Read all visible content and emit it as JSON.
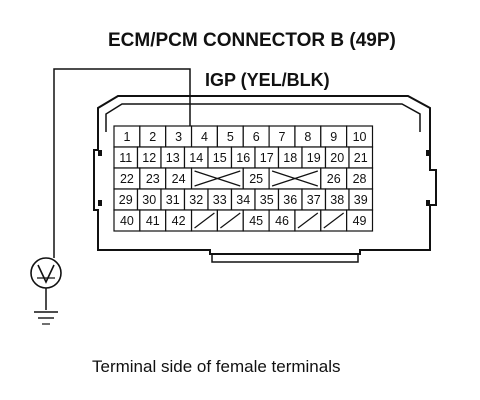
{
  "title": "ECM/PCM CONNECTOR B (49P)",
  "pin_label": "IGP (YEL/BLK)",
  "caption": "Terminal side of female terminals",
  "connector": {
    "rows": [
      [
        "1",
        "2",
        "3",
        "4",
        "5",
        "6",
        "7",
        "8",
        "9",
        "10"
      ],
      [
        "11",
        "12",
        "13",
        "14",
        "15",
        "16",
        "17",
        "18",
        "19",
        "20",
        "21"
      ],
      [
        "22",
        "23",
        "24",
        "X",
        "25",
        "X",
        "26",
        "28"
      ],
      [
        "29",
        "30",
        "31",
        "32",
        "33",
        "34",
        "35",
        "36",
        "37",
        "38",
        "39"
      ],
      [
        "40",
        "41",
        "42",
        "/",
        "/",
        "45",
        "46",
        "/",
        "/",
        "49"
      ]
    ]
  },
  "meter": {
    "symbol": "V"
  }
}
